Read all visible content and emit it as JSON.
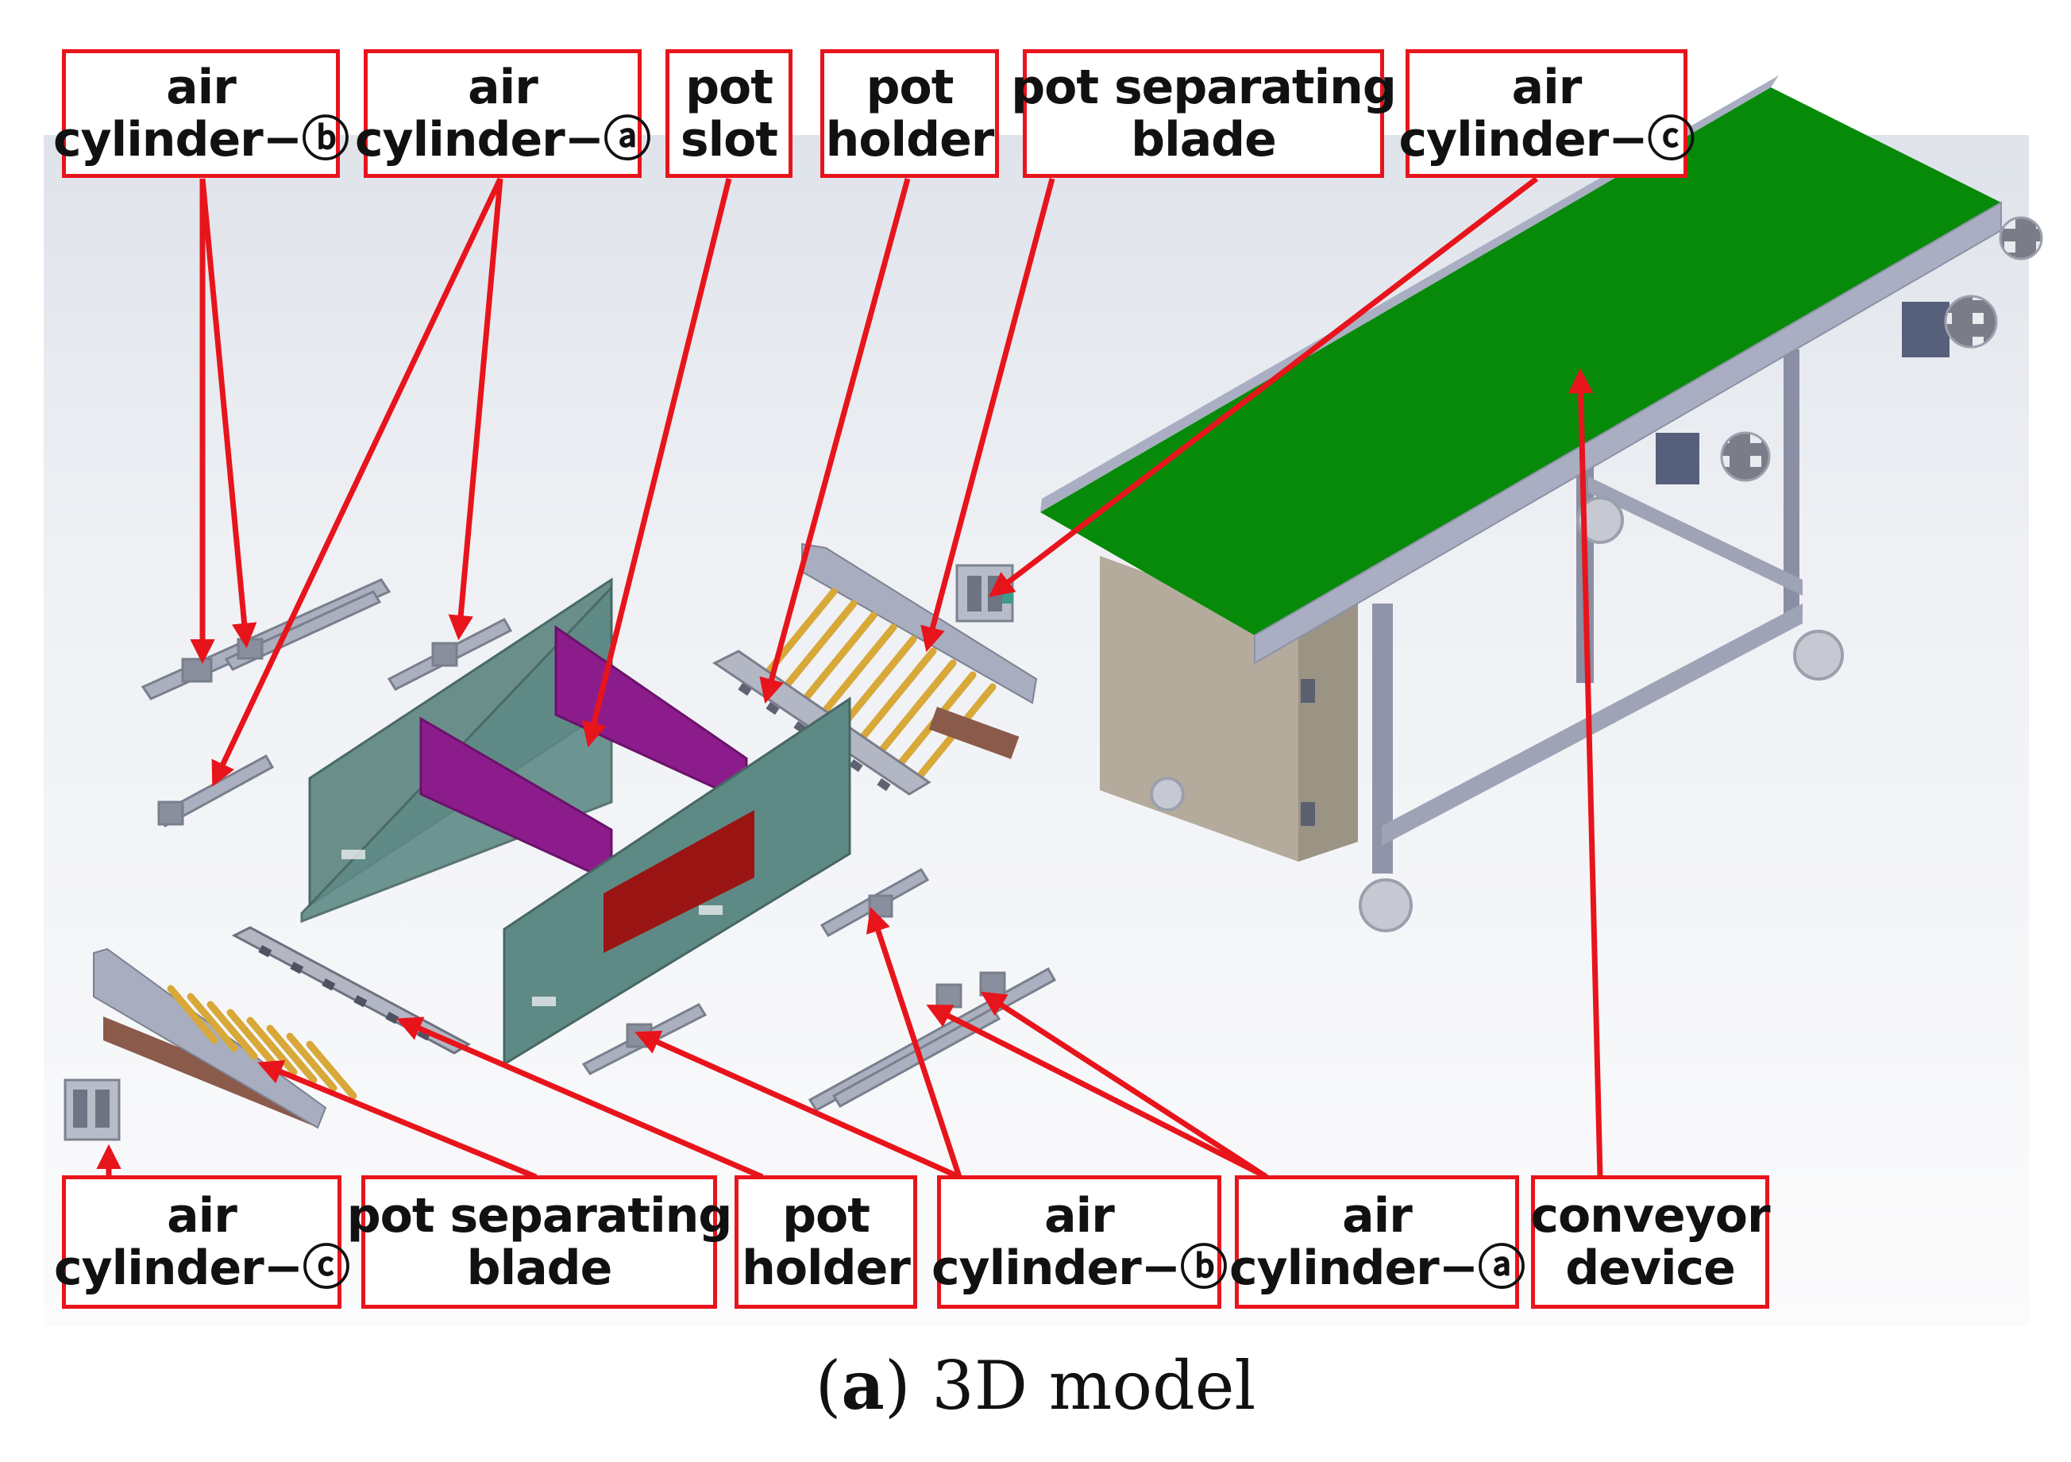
{
  "labels": {
    "top_air_b": {
      "line1": "air",
      "line2": "cylinder−ⓑ"
    },
    "top_air_a": {
      "line1": "air",
      "line2": "cylinder−ⓐ"
    },
    "top_slot": {
      "line1": "pot",
      "line2": "slot"
    },
    "top_holder": {
      "line1": "pot",
      "line2": "holder"
    },
    "top_blade": {
      "line1": "pot separating",
      "line2": "blade"
    },
    "top_air_c": {
      "line1": "air",
      "line2": "cylinder−ⓒ"
    },
    "bot_air_c": {
      "line1": "air",
      "line2": "cylinder−ⓒ"
    },
    "bot_blade": {
      "line1": "pot separating",
      "line2": "blade"
    },
    "bot_holder": {
      "line1": "pot",
      "line2": "holder"
    },
    "bot_air_b": {
      "line1": "air",
      "line2": "cylinder−ⓑ"
    },
    "bot_air_a": {
      "line1": "air",
      "line2": "cylinder−ⓐ"
    },
    "bot_conveyor": {
      "line1": "conveyor",
      "line2": "device"
    }
  },
  "caption": {
    "letter": "a",
    "text": " 3D model"
  },
  "colors": {
    "callout_red": "#e8141c",
    "belt_green": "#078a0a",
    "frame_gray": "#a9aec2",
    "slot_purple": "#8c1c8c",
    "holder_teal": "#5e8a86",
    "plate_red": "#9a1414",
    "cabinet_tan": "#b4ab9c",
    "blade_yellow": "#d8a838"
  }
}
